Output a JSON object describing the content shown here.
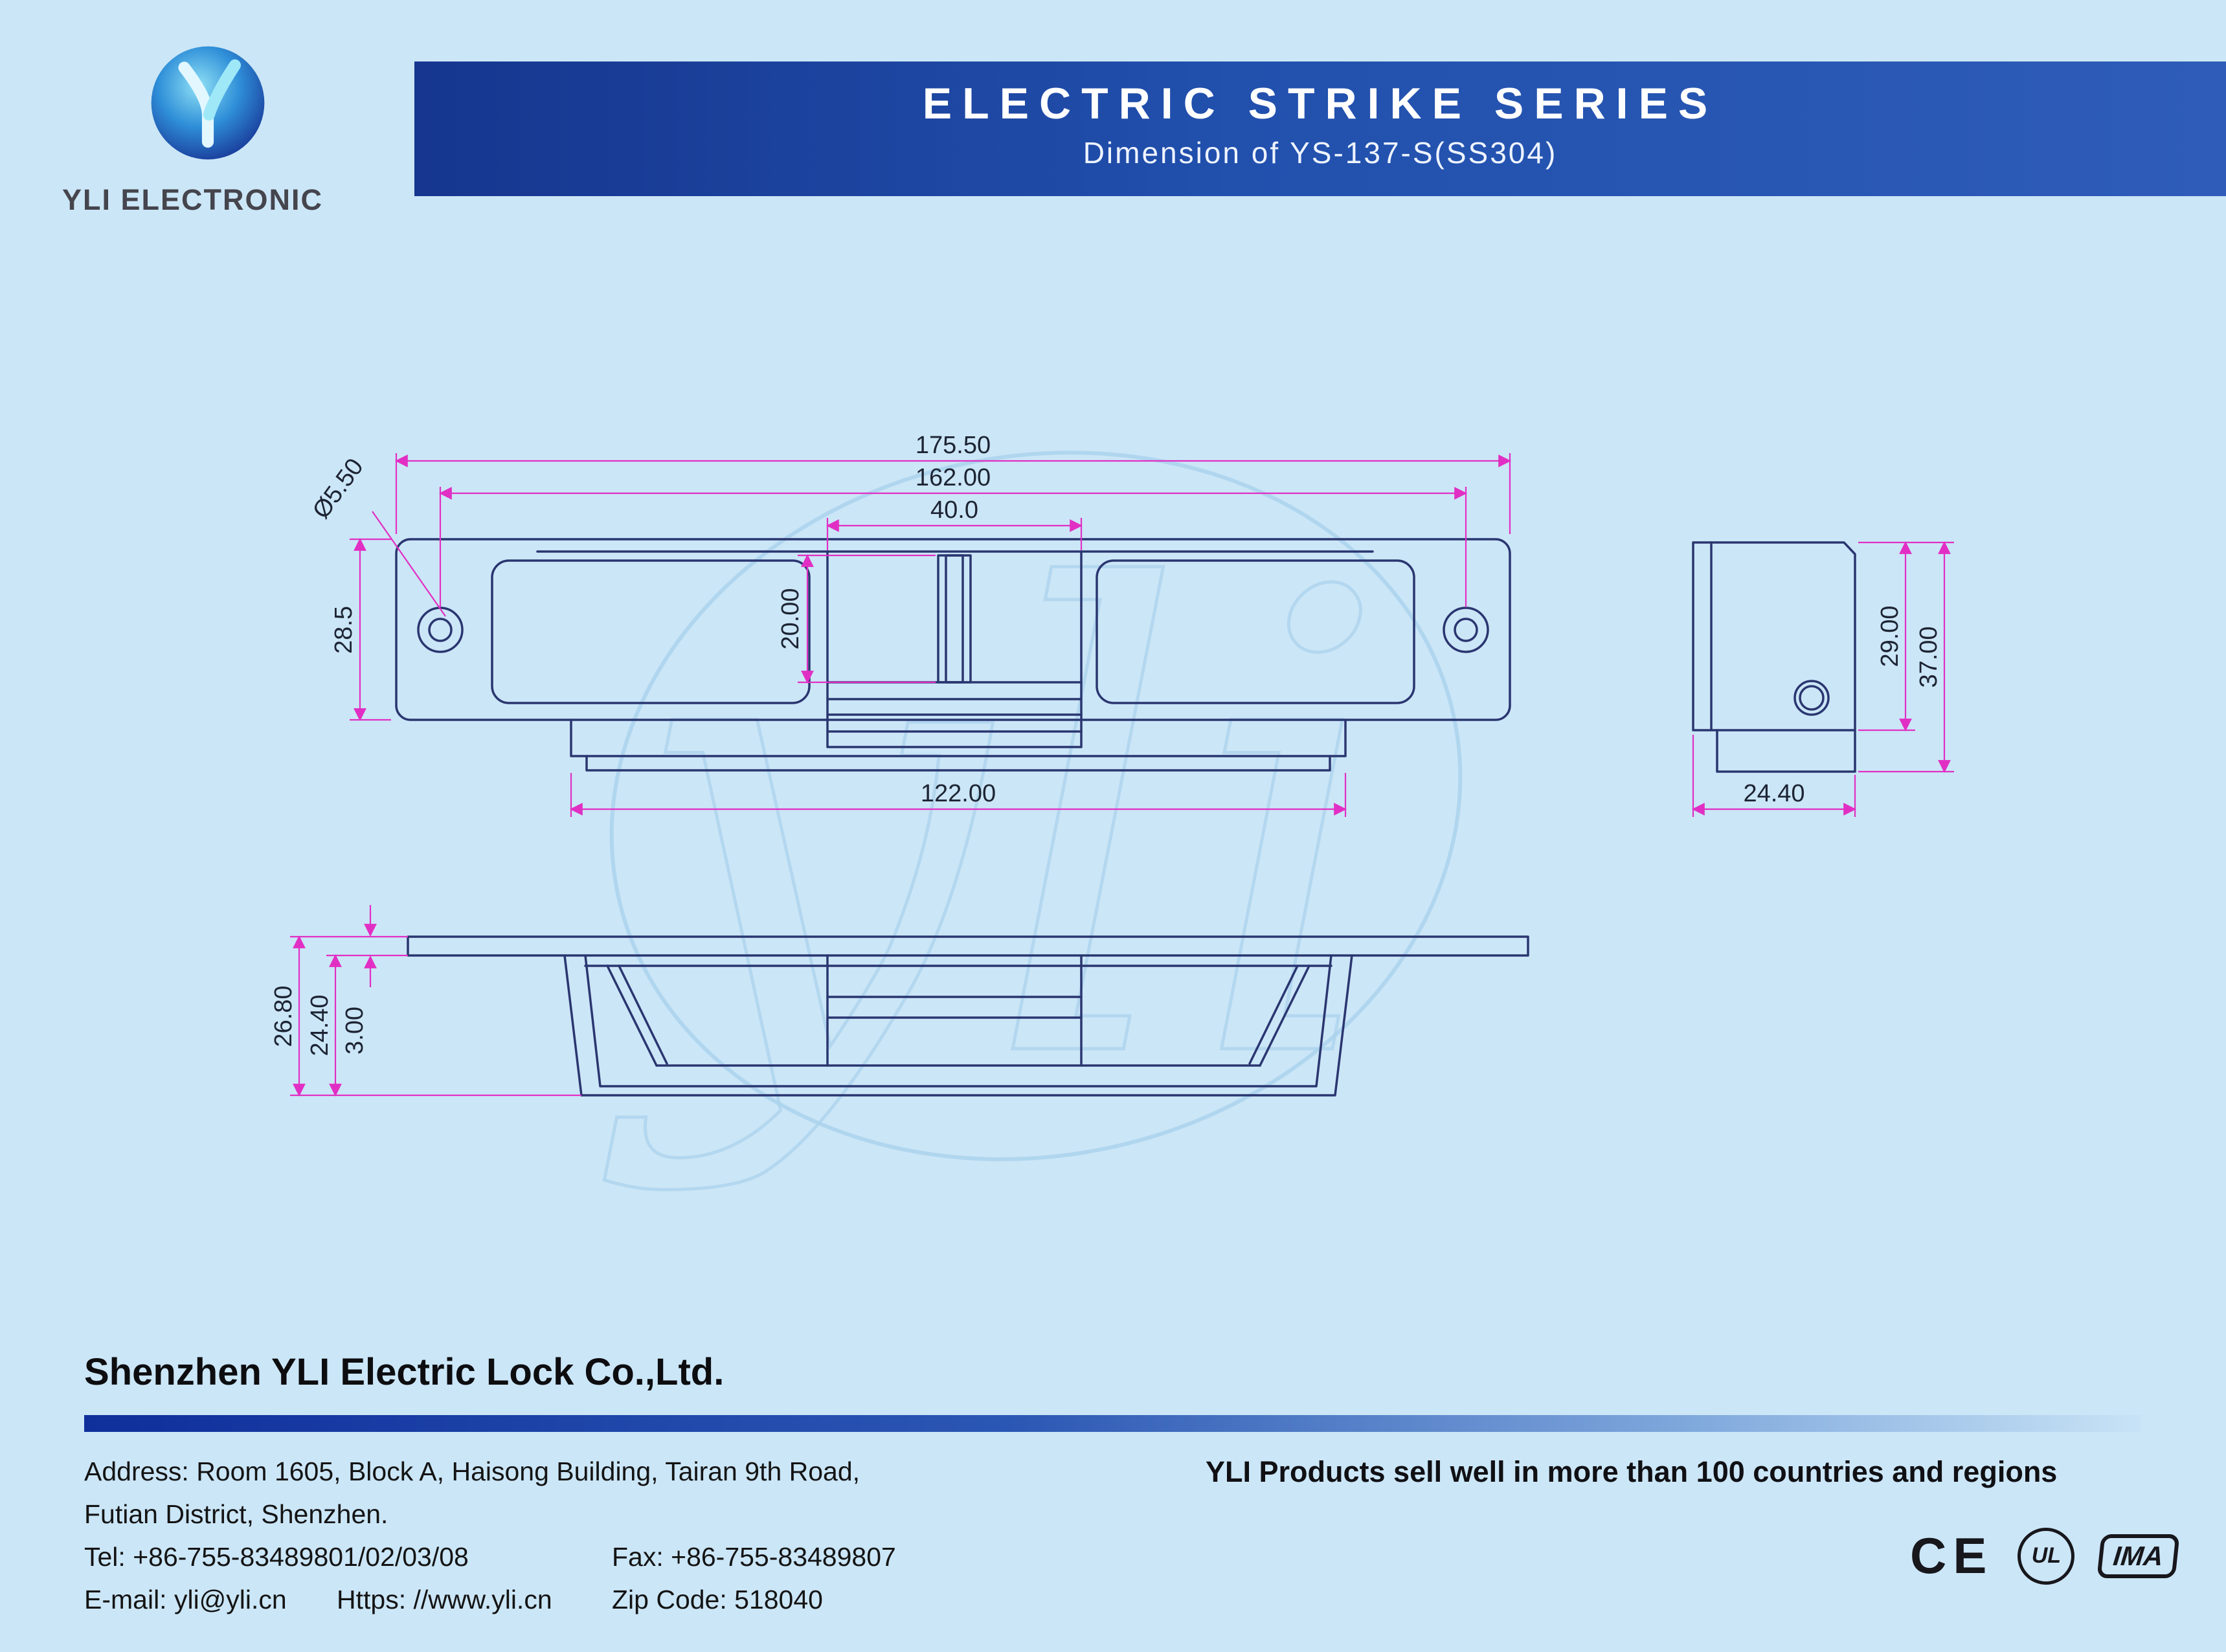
{
  "header": {
    "logo_text": "YLI ELECTRONIC",
    "banner": {
      "title": "ELECTRIC STRIKE SERIES",
      "subtitle": "Dimension of YS-137-S(SS304)"
    }
  },
  "drawing": {
    "watermark": "yli",
    "front_view": {
      "dim_total_width": "175.50",
      "dim_hole_spacing": "162.00",
      "dim_keeper_width": "40.0",
      "dim_height": "28.5",
      "dim_hole_diameter": "Ø5.50",
      "dim_slot_height": "20.00",
      "dim_body_width": "122.00"
    },
    "side_view": {
      "dim_body_height": "29.00",
      "dim_total_height": "37.00",
      "dim_depth": "24.40"
    },
    "bottom_view": {
      "dim_total_depth": "26.80",
      "dim_body_depth": "24.40",
      "dim_plate_thickness": "3.00"
    }
  },
  "footer": {
    "company": "Shenzhen YLI Electric Lock Co.,Ltd.",
    "address_line1": "Address: Room 1605, Block A, Haisong Building, Tairan 9th Road,",
    "address_line2": "Futian District, Shenzhen.",
    "tel": "Tel: +86-755-83489801/02/03/08",
    "fax": "Fax: +86-755-83489807",
    "email": "E-mail: yli@yli.cn",
    "website": "Https: //www.yli.cn",
    "zip": "Zip Code: 518040",
    "slogan": "YLI Products sell well in more than 100 countries and regions",
    "certs": {
      "ce": "CE",
      "ul": "UL",
      "ima": "IMA"
    }
  }
}
